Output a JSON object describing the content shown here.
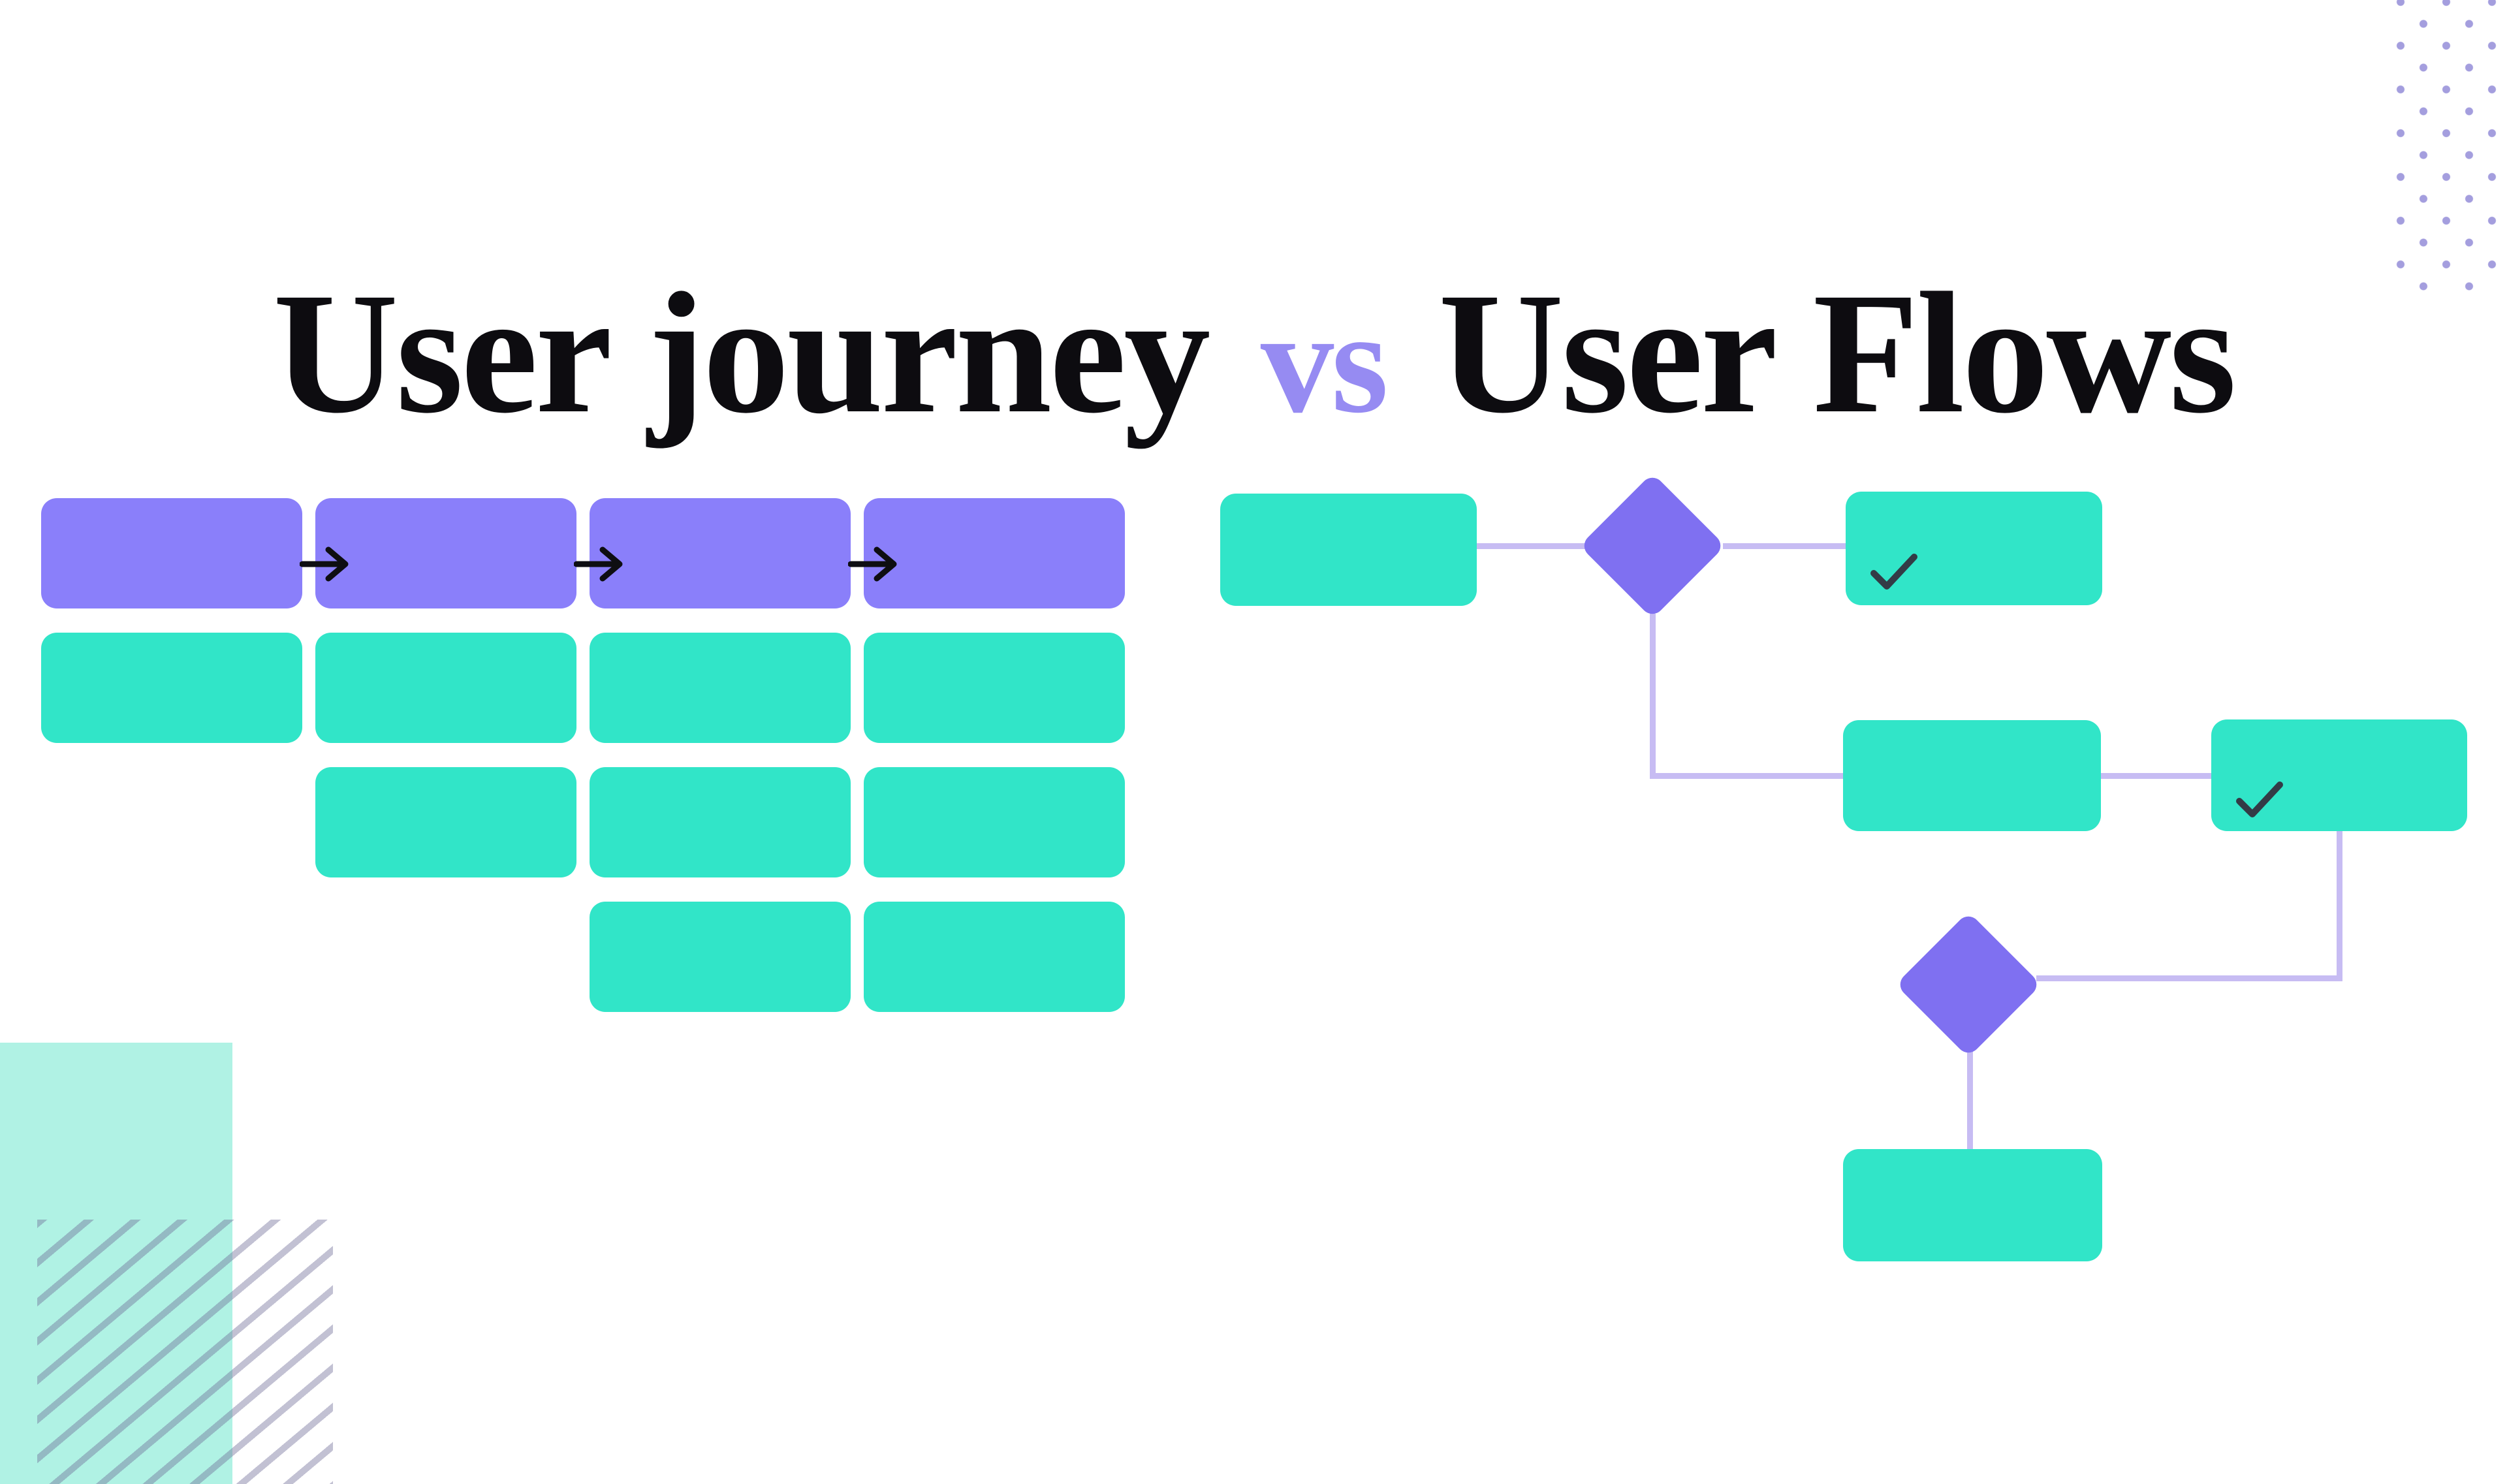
{
  "title": {
    "left": "User journey",
    "vs": "vs",
    "right": "User Flows"
  },
  "journey_diagram": {
    "label": "user-journey",
    "rows": [
      {
        "type": "stage",
        "color": "purple",
        "cells": 4,
        "offset": 0,
        "arrows_between": true
      },
      {
        "type": "touchpoint",
        "color": "teal",
        "cells": 4,
        "offset": 0,
        "arrows_between": false
      },
      {
        "type": "touchpoint",
        "color": "teal",
        "cells": 3,
        "offset": 1,
        "arrows_between": false
      },
      {
        "type": "touchpoint",
        "color": "teal",
        "cells": 2,
        "offset": 2,
        "arrows_between": false
      }
    ],
    "arrow_icon": "arrow-right-icon",
    "arrow_count": 3
  },
  "flow_diagram": {
    "label": "user-flow",
    "nodes": [
      {
        "id": "start",
        "shape": "rect",
        "color": "teal"
      },
      {
        "id": "decision-1",
        "shape": "diamond",
        "color": "purple"
      },
      {
        "id": "outcome-1",
        "shape": "rect",
        "color": "teal",
        "check": true
      },
      {
        "id": "step-2",
        "shape": "rect",
        "color": "teal"
      },
      {
        "id": "outcome-2",
        "shape": "rect",
        "color": "teal",
        "check": true
      },
      {
        "id": "decision-2",
        "shape": "diamond",
        "color": "purple"
      },
      {
        "id": "end",
        "shape": "rect",
        "color": "teal"
      }
    ],
    "edges": [
      {
        "from": "start",
        "to": "decision-1"
      },
      {
        "from": "decision-1",
        "to": "outcome-1"
      },
      {
        "from": "decision-1",
        "to": "step-2"
      },
      {
        "from": "step-2",
        "to": "outcome-2"
      },
      {
        "from": "outcome-2",
        "to": "decision-2"
      },
      {
        "from": "decision-2",
        "to": "end"
      }
    ],
    "check_icon": "check-icon"
  },
  "colors": {
    "background": "#ffffff",
    "title": "#0d0c10",
    "vs": "#968bf2",
    "purple_box": "#8a7ffa",
    "purple_diamond": "#7f70f1",
    "teal_box": "#31e5c8",
    "teal_square": "#b0f2e4",
    "connector": "#c7bcf3",
    "arrow": "#0e0e12",
    "check": "#333b46",
    "dots": "#a49ede",
    "stripes": "rgba(109,107,150,0.42)"
  }
}
